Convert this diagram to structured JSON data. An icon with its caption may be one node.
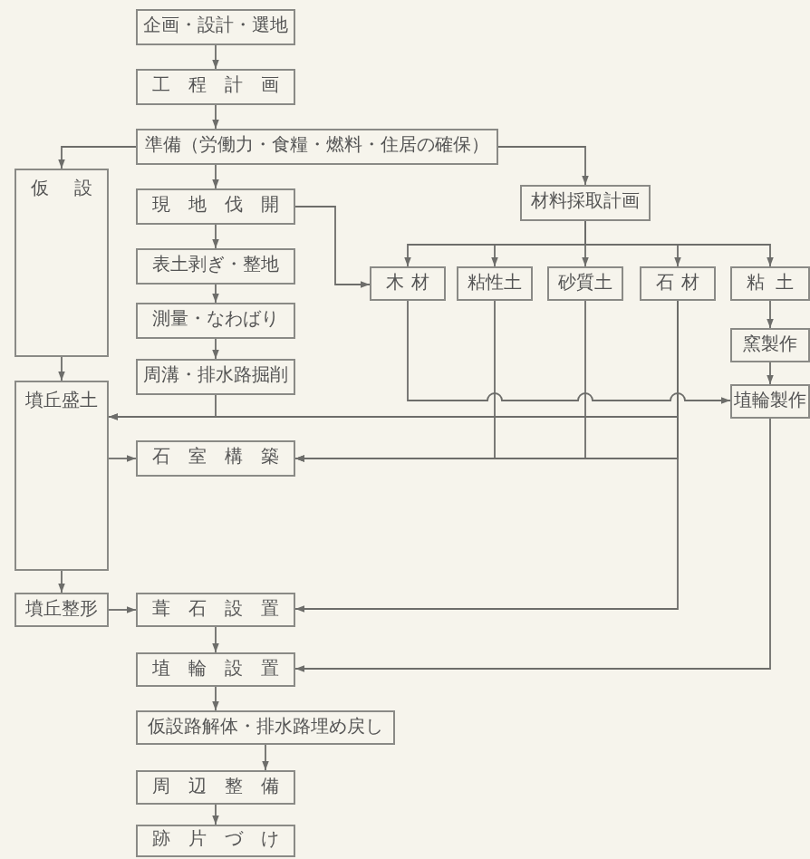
{
  "diagram": {
    "nodes": [
      {
        "text": [
          "企画・設計・選地"
        ]
      },
      {
        "text": [
          "工程計画"
        ]
      },
      {
        "text": [
          "準備（労働力・食糧・燃料・住居の確保）"
        ]
      },
      {
        "text": [
          "仮設"
        ]
      },
      {
        "text": [
          "現地伐開"
        ]
      },
      {
        "text": [
          "材料採取計画"
        ]
      },
      {
        "text": [
          "表土剥ぎ・整地"
        ]
      },
      {
        "text": [
          "木材"
        ]
      },
      {
        "text": [
          "粘性土"
        ]
      },
      {
        "text": [
          "砂質土"
        ]
      },
      {
        "text": [
          "石材"
        ]
      },
      {
        "text": [
          "粘土"
        ]
      },
      {
        "text": [
          "測量・なわばり"
        ]
      },
      {
        "text": [
          "窯製作"
        ]
      },
      {
        "text": [
          "周溝・排水路掘削"
        ]
      },
      {
        "text": [
          "墳丘盛土"
        ]
      },
      {
        "text": [
          "埴輪製作"
        ]
      },
      {
        "text": [
          "石室構築"
        ]
      },
      {
        "text": [
          "墳丘整形"
        ]
      },
      {
        "text": [
          "葺石設置"
        ]
      },
      {
        "text": [
          "埴輪設置"
        ]
      },
      {
        "text": [
          "仮設路解体・排水路埋め戻し"
        ]
      },
      {
        "text": [
          "周辺整備"
        ]
      },
      {
        "text": [
          "跡片づけ"
        ]
      }
    ],
    "edges": [
      {
        "from": 0,
        "to": 1,
        "arrow": "to"
      },
      {
        "from": 1,
        "to": 2,
        "arrow": "to"
      },
      {
        "from": 2,
        "to": 3,
        "arrow": "to"
      },
      {
        "from": 2,
        "to": 4,
        "arrow": "to"
      },
      {
        "from": 2,
        "to": 5,
        "arrow": "to"
      },
      {
        "from": 4,
        "to": 7,
        "arrow": "to"
      },
      {
        "from": 5,
        "to": 7,
        "arrow": "to"
      },
      {
        "from": 5,
        "to": 8,
        "arrow": "to"
      },
      {
        "from": 5,
        "to": 9,
        "arrow": "to"
      },
      {
        "from": 5,
        "to": 10,
        "arrow": "to"
      },
      {
        "from": 5,
        "to": 11,
        "arrow": "to"
      },
      {
        "from": 4,
        "to": 6,
        "arrow": "to"
      },
      {
        "from": 6,
        "to": 12,
        "arrow": "to"
      },
      {
        "from": 12,
        "to": 14,
        "arrow": "to"
      },
      {
        "from": 3,
        "to": 15,
        "arrow": "to"
      },
      {
        "from": 11,
        "to": 13,
        "arrow": "to"
      },
      {
        "from": 13,
        "to": 16,
        "arrow": "to"
      },
      {
        "from": 7,
        "to": 16,
        "arrow": "to"
      },
      {
        "from": 14,
        "to": 15,
        "arrow": "to"
      },
      {
        "from": 10,
        "to": 15,
        "arrow": "to"
      },
      {
        "from": 15,
        "to": 17,
        "arrow": "to"
      },
      {
        "from": 8,
        "to": 17,
        "arrow": "to"
      },
      {
        "from": 9,
        "to": 17,
        "arrow": "to"
      },
      {
        "from": 10,
        "to": 17,
        "arrow": "to"
      },
      {
        "from": 10,
        "to": 19,
        "arrow": "to"
      },
      {
        "from": 15,
        "to": 18,
        "arrow": "to"
      },
      {
        "from": 18,
        "to": 19,
        "arrow": "to"
      },
      {
        "from": 16,
        "to": 20,
        "arrow": "to"
      },
      {
        "from": 19,
        "to": 20,
        "arrow": "to"
      },
      {
        "from": 20,
        "to": 21,
        "arrow": "to"
      },
      {
        "from": 21,
        "to": 22,
        "arrow": "to"
      },
      {
        "from": 22,
        "to": 23,
        "arrow": "to"
      }
    ]
  }
}
